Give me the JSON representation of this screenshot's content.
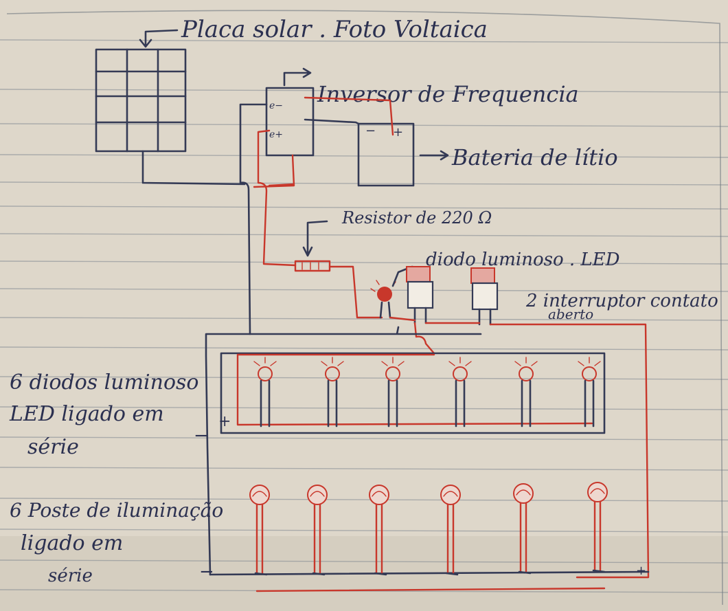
{
  "labels": {
    "solar_panel": "Placa solar . Foto Voltaica",
    "inverter": "Inversor de Frequencia",
    "battery": "Bateria de lítio",
    "resistor": "Resistor de 220 Ω",
    "led": "diodo luminoso . LED",
    "switch_line1": "2 interruptor contato",
    "switch_line2": "aberto",
    "leds_row_line1": "6 diodos luminoso",
    "leds_row_line2": "LED ligado em",
    "leds_row_line3": "série",
    "poles_row_line1": "6 Poste de iluminação",
    "poles_row_line2": "ligado em",
    "poles_row_line3": "série"
  },
  "markers": {
    "inverter_neg": "e−",
    "inverter_pos": "e+",
    "battery_neg": "−",
    "battery_pos": "+",
    "leds_plus": "+",
    "leds_minus": "−",
    "poles_minus": "−",
    "poles_plus": "+"
  },
  "colors": {
    "paper": "#d9d2c4",
    "ink_dark": "#343a55",
    "ink_red": "#c8372b",
    "rule": "#7e8790"
  }
}
